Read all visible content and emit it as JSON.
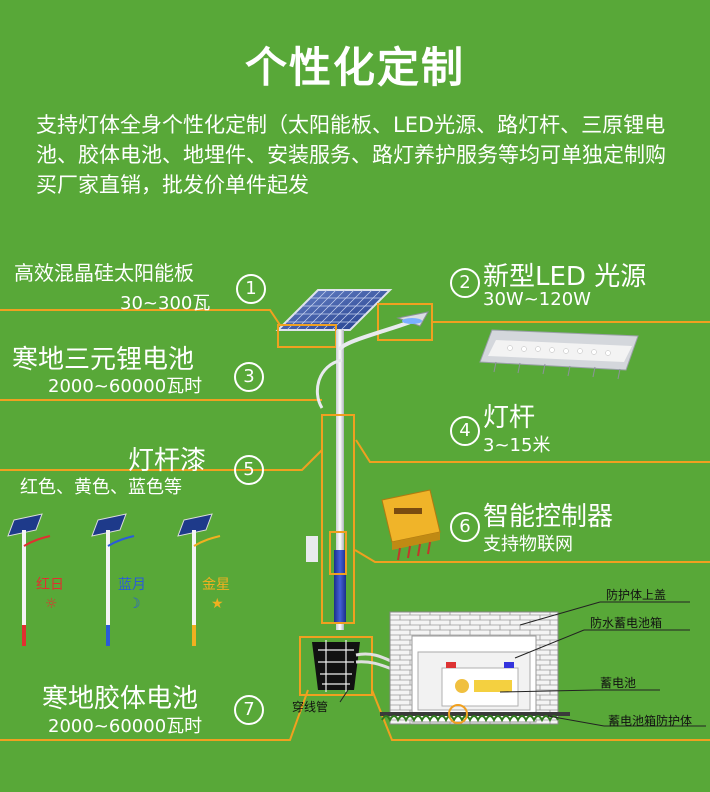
{
  "header": {
    "title": "个性化定制",
    "intro": "支持灯体全身个性化定制（太阳能板、LED光源、路灯杆、三原锂电池、胶体电池、地埋件、安装服务、路灯养护服务等均可单独定制购买厂家直销，批发价单件起发"
  },
  "components": [
    {
      "num": "1",
      "title": "高效混晶硅太阳能板",
      "spec": "30~300瓦"
    },
    {
      "num": "2",
      "title": "新型LED 光源",
      "spec": "30W~120W"
    },
    {
      "num": "3",
      "title": "寒地三元锂电池",
      "spec": "2000~60000瓦时"
    },
    {
      "num": "4",
      "title": "灯杆",
      "spec": "3~15米"
    },
    {
      "num": "5",
      "title": "灯杆漆",
      "spec": "红色、黄色、蓝色等"
    },
    {
      "num": "6",
      "title": "智能控制器",
      "spec": "支持物联网"
    },
    {
      "num": "7",
      "title": "寒地胶体电池",
      "spec": "2000~60000瓦时"
    }
  ],
  "pole_colors": [
    {
      "label": "红日",
      "symbol": "☼",
      "color": "#e03030"
    },
    {
      "label": "蓝月",
      "symbol": "☽",
      "color": "#2a5cd8"
    },
    {
      "label": "金星",
      "symbol": "★",
      "color": "#f0b020"
    }
  ],
  "underground_labels": {
    "top_cover": "防护体上盖",
    "waterproof_box": "防水蓄电池箱",
    "battery": "蓄电池",
    "protector": "蓄电池箱防护体",
    "conduit": "穿线管"
  },
  "colors": {
    "background": "#58a838",
    "accent": "#f0a020",
    "text": "#ffffff"
  }
}
